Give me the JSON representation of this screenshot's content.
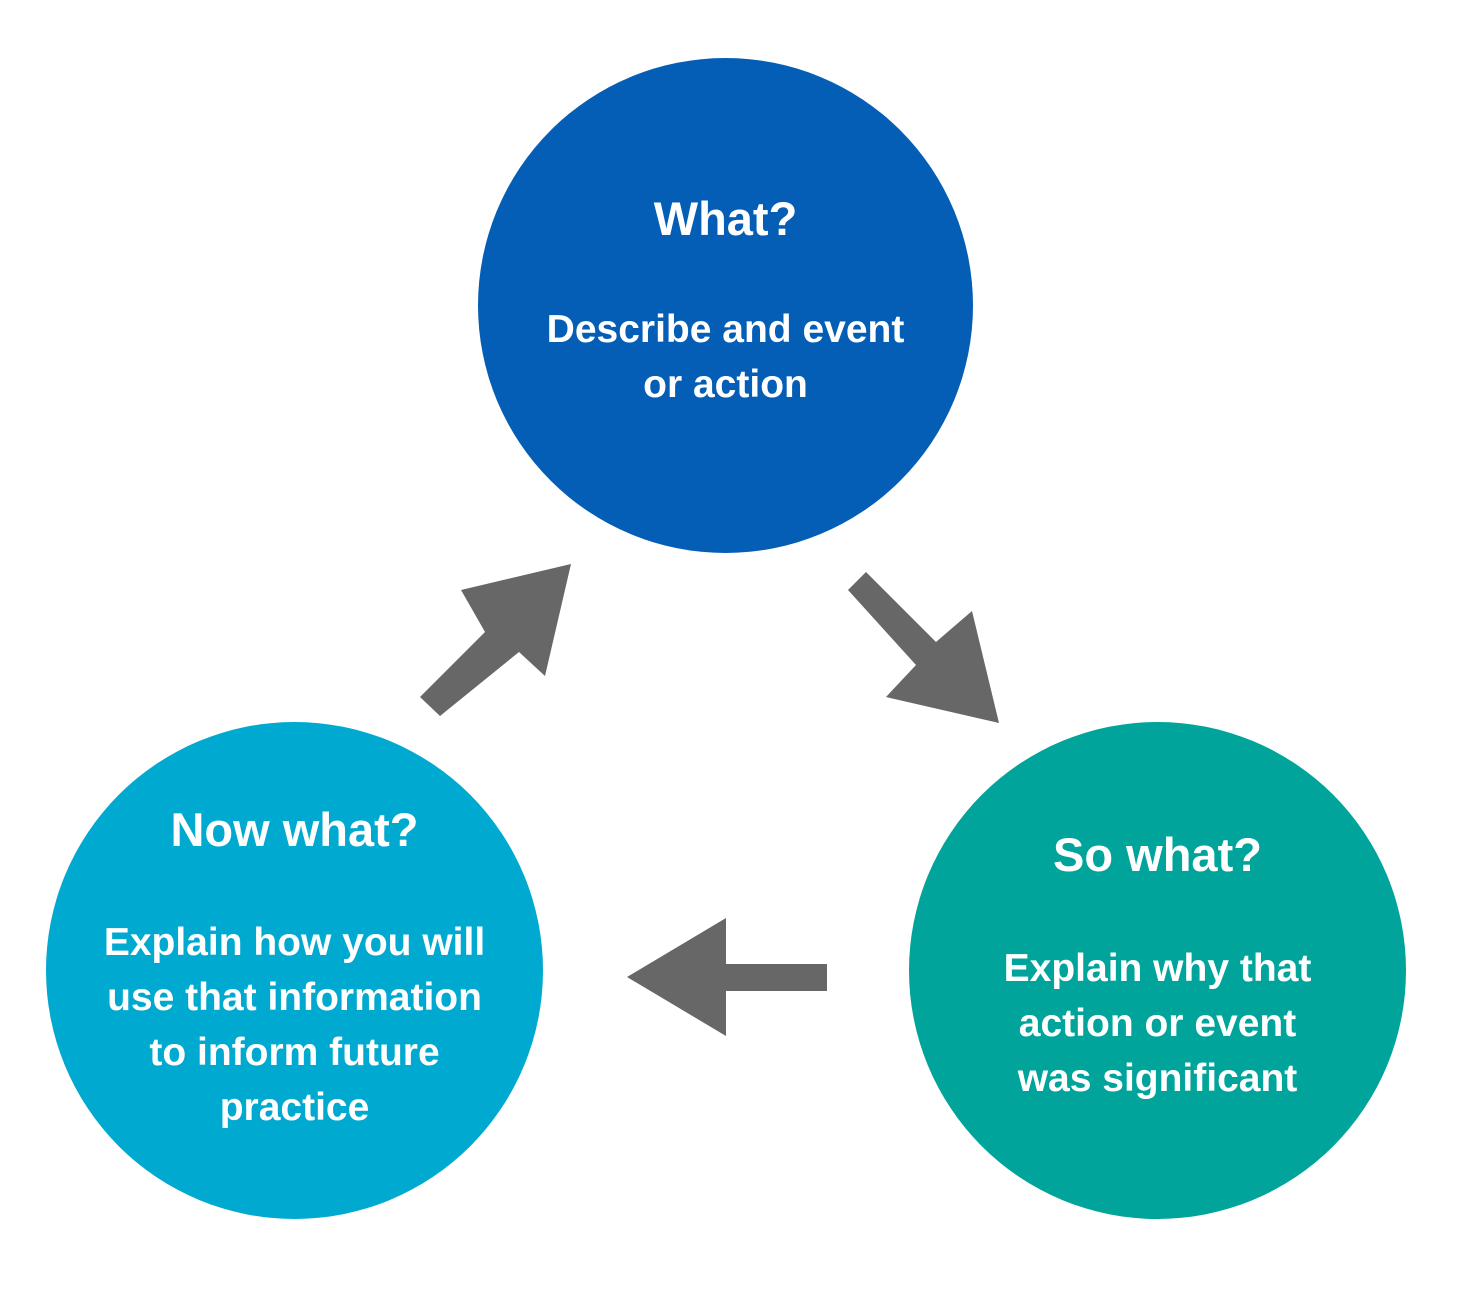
{
  "colors": {
    "what": "#055eb5",
    "so_what": "#00a49b",
    "now_what": "#00a9cf",
    "arrow": "#676767"
  },
  "nodes": {
    "what": {
      "title": "What?",
      "body": "Describe and event\nor action"
    },
    "so_what": {
      "title": "So what?",
      "body": "Explain why that\naction or event\nwas significant"
    },
    "now_what": {
      "title": "Now what?",
      "body": "Explain how you will\nuse that information\nto inform future\npractice"
    }
  }
}
